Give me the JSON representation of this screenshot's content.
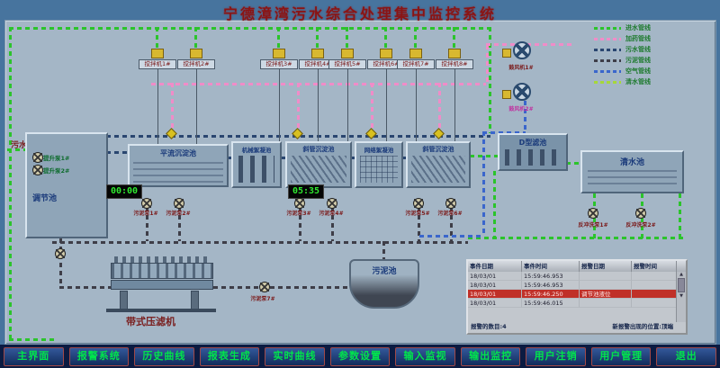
{
  "title": "宁德漳湾污水综合处理集中监控系统",
  "legend": {
    "items": [
      {
        "label": "进水管线",
        "color": "#2bc42b"
      },
      {
        "label": "加药管线",
        "color": "#f08cc8"
      },
      {
        "label": "污水管线",
        "color": "#2a4670"
      },
      {
        "label": "污泥管线",
        "color": "#3e3e48"
      },
      {
        "label": "空气管线",
        "color": "#3a66cc"
      },
      {
        "label": "清水管线",
        "color": "#a6d83a"
      }
    ]
  },
  "plant": {
    "sewage_in_label": "污水",
    "regulation_tank": "调节池",
    "lift_pumps": [
      "提升泵1#",
      "提升泵2#"
    ],
    "mixers": [
      "搅拌机1#",
      "搅拌机2#",
      "搅拌机3#",
      "搅拌机4#",
      "搅拌机5#",
      "搅拌机6#",
      "搅拌机7#",
      "搅拌机8#"
    ],
    "blowers": [
      "鼓风机1#",
      "鼓风机2#"
    ],
    "tanks": {
      "pingliu": "平流沉淀池",
      "jixie": "机械絮凝池",
      "xieguan1": "斜管沉淀池",
      "wangluo": "网络絮凝池",
      "xieguan2": "斜管沉淀池",
      "d_filter": "D型滤池",
      "qingshui": "清水池",
      "wuni": "污泥池"
    },
    "belt_press": "带式压滤机",
    "timers": [
      "00:00",
      "05:35"
    ],
    "sludge_pumps": [
      "污泥泵1#",
      "污泥泵2#",
      "污泥泵3#",
      "污泥泵4#",
      "污泥泵5#",
      "污泥泵6#",
      "污泥泵7#"
    ],
    "backwash_pumps": [
      "反冲洗泵1#",
      "反冲洗泵2#"
    ]
  },
  "alarm_table": {
    "headers": [
      "事件日期",
      "事件时间",
      "报警日期",
      "报警时间"
    ],
    "rows": [
      [
        "18/03/01",
        "15:59:46.953",
        "",
        ""
      ],
      [
        "18/03/01",
        "15:59:46.953",
        "",
        ""
      ],
      [
        "18/03/01",
        "15:59:46.250",
        "调节池液位",
        ""
      ],
      [
        "18/03/01",
        "15:59:46.015",
        "",
        ""
      ]
    ],
    "alarm_count_label": "报警的数目:4",
    "new_alarm_label": "新报警出现的位置:顶端"
  },
  "menu": {
    "items": [
      "主界面",
      "报警系统",
      "历史曲线",
      "报表生成",
      "实时曲线",
      "参数设置",
      "输入监视",
      "输出监控",
      "用户注销",
      "用户管理",
      "退出"
    ]
  }
}
